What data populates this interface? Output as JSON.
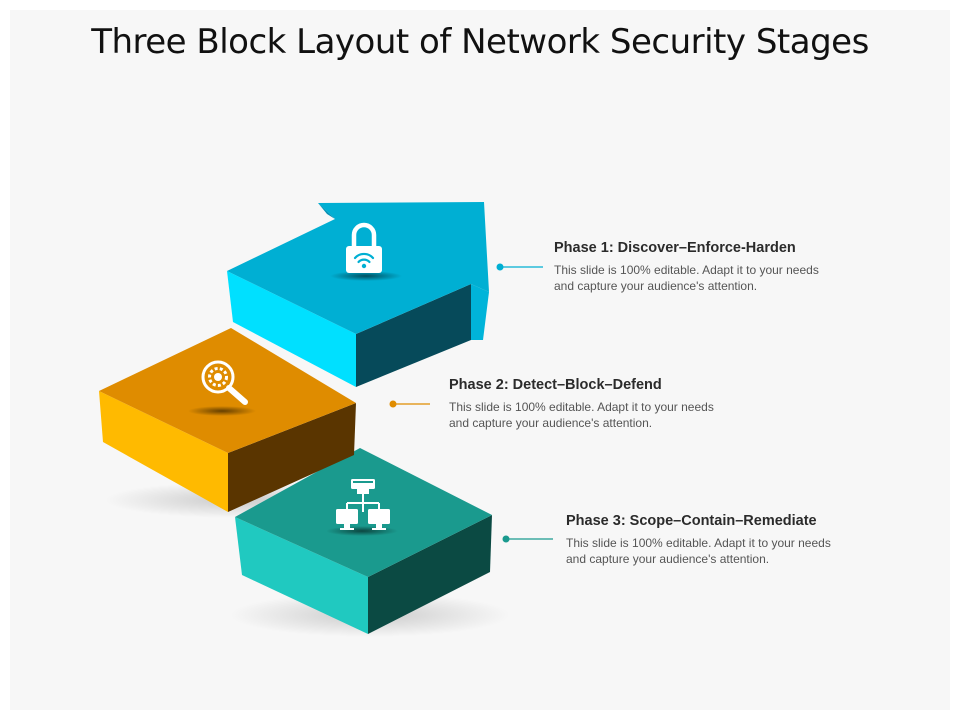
{
  "slide": {
    "title": "Three Block Layout of Network Security Stages"
  },
  "phases": [
    {
      "heading": "Phase 1: Discover–Enforce-Harden",
      "description": "This slide is 100% editable. Adapt it to your needs and capture your audience's attention.",
      "icon": "lock-wifi-icon",
      "color": "#00b2d6"
    },
    {
      "heading": "Phase 2: Detect–Block–Defend",
      "description": "This slide is 100% editable. Adapt it to your needs and capture your audience's attention.",
      "icon": "search-gear-icon",
      "color": "#e08c00"
    },
    {
      "heading": "Phase 3: Scope–Contain–Remediate",
      "description": "This slide is 100% editable. Adapt it to your needs and capture your audience's attention.",
      "icon": "network-icon",
      "color": "#1a9a8e"
    }
  ]
}
